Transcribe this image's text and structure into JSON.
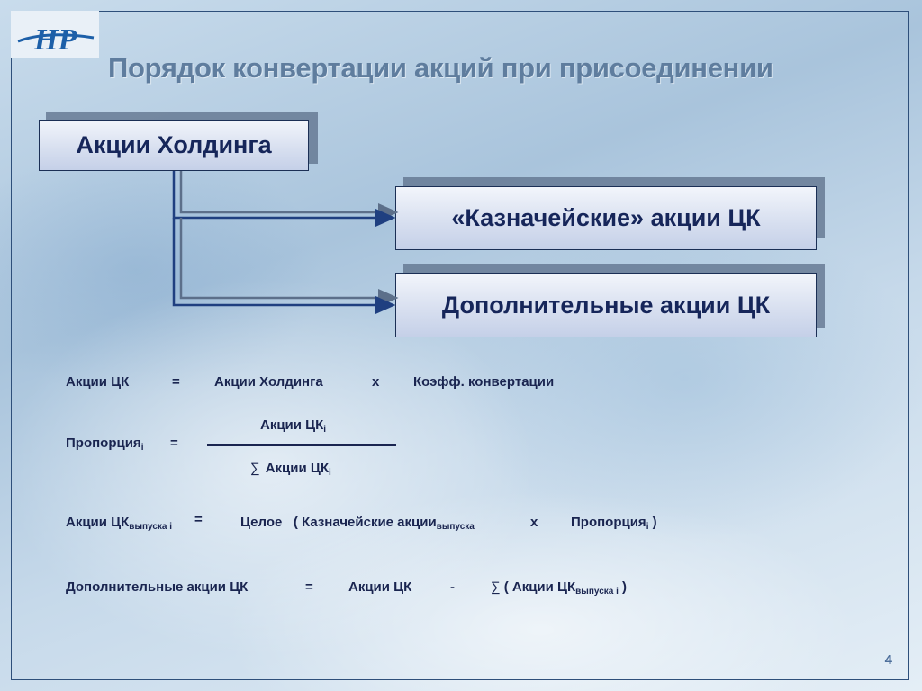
{
  "title": "Порядок конвертации акций при присоединении",
  "logo_text": "HP",
  "boxes": {
    "holding": "Акции Холдинга",
    "treasury": "«Казначейские» акции ЦК",
    "additional": "Дополнительные акции ЦК"
  },
  "formulas": {
    "f1": {
      "lhs": "Акции ЦК",
      "eq": "=",
      "a": "Акции Холдинга",
      "op": "х",
      "b": "Коэфф. конвертации"
    },
    "f2": {
      "lhs": "Пропорция",
      "lhs_sub": "i",
      "eq": "=",
      "num": "Акции ЦК",
      "num_sub": "i",
      "sigma": "∑",
      "den": "Акции ЦК",
      "den_sub": "i"
    },
    "f3": {
      "lhs": "Акции ЦК",
      "lhs_sub": "выпуска i",
      "eq": "=",
      "a": "Целое   ( Казначейские акции",
      "a_sub": "выпуска",
      "op": "х",
      "b": "Пропорция",
      "b_sub": "i",
      "close": " )"
    },
    "f4": {
      "lhs": "Дополнительные акции ЦК",
      "eq": "=",
      "a": "Акции ЦК",
      "op": "-",
      "sigma": "∑",
      "b": "( Акции ЦК",
      "b_sub": "выпуска i",
      "close": " )"
    }
  },
  "page_number": "4",
  "colors": {
    "title": "#5f7d9e",
    "box_text": "#16265a",
    "frame": "#2e4f7a",
    "arrow": "#1f3f80"
  }
}
